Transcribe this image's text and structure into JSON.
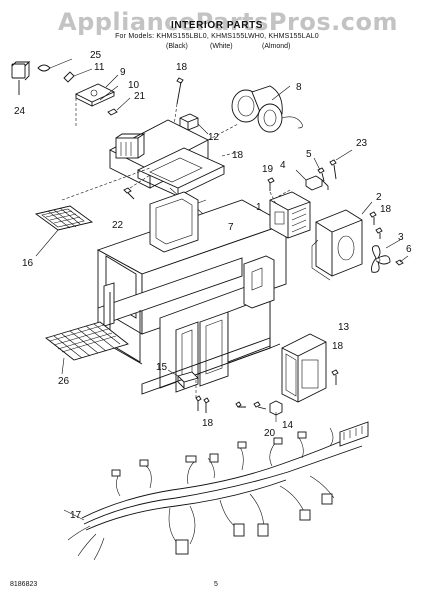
{
  "watermark": "AppliancePartsPros.com",
  "header": {
    "title": "INTERIOR PARTS",
    "models": "For Models: KHMS155LBL0, KHMS155LWH0, KHMS155LAL0",
    "finishes": [
      "(Black)",
      "(White)",
      "(Almond)"
    ]
  },
  "footer": {
    "code": "8186823",
    "page": "5"
  },
  "callouts": [
    {
      "id": "p1",
      "text": "1"
    },
    {
      "id": "p2",
      "text": "2"
    },
    {
      "id": "p3",
      "text": "3"
    },
    {
      "id": "p4",
      "text": "4"
    },
    {
      "id": "p5",
      "text": "5"
    },
    {
      "id": "p6",
      "text": "6"
    },
    {
      "id": "p7",
      "text": "7"
    },
    {
      "id": "p8",
      "text": "8"
    },
    {
      "id": "p9",
      "text": "9"
    },
    {
      "id": "p10",
      "text": "10"
    },
    {
      "id": "p11",
      "text": "11"
    },
    {
      "id": "p12",
      "text": "12"
    },
    {
      "id": "p13",
      "text": "13"
    },
    {
      "id": "p14",
      "text": "14"
    },
    {
      "id": "p15",
      "text": "15"
    },
    {
      "id": "p16",
      "text": "16"
    },
    {
      "id": "p17",
      "text": "17"
    },
    {
      "id": "p18a",
      "text": "18"
    },
    {
      "id": "p18b",
      "text": "18"
    },
    {
      "id": "p18c",
      "text": "18"
    },
    {
      "id": "p18d",
      "text": "18"
    },
    {
      "id": "p18e",
      "text": "18"
    },
    {
      "id": "p19",
      "text": "19"
    },
    {
      "id": "p20",
      "text": "20"
    },
    {
      "id": "p21",
      "text": "21"
    },
    {
      "id": "p22",
      "text": "22"
    },
    {
      "id": "p23",
      "text": "23"
    },
    {
      "id": "p24",
      "text": "24"
    },
    {
      "id": "p25",
      "text": "25"
    },
    {
      "id": "p26",
      "text": "26"
    }
  ]
}
